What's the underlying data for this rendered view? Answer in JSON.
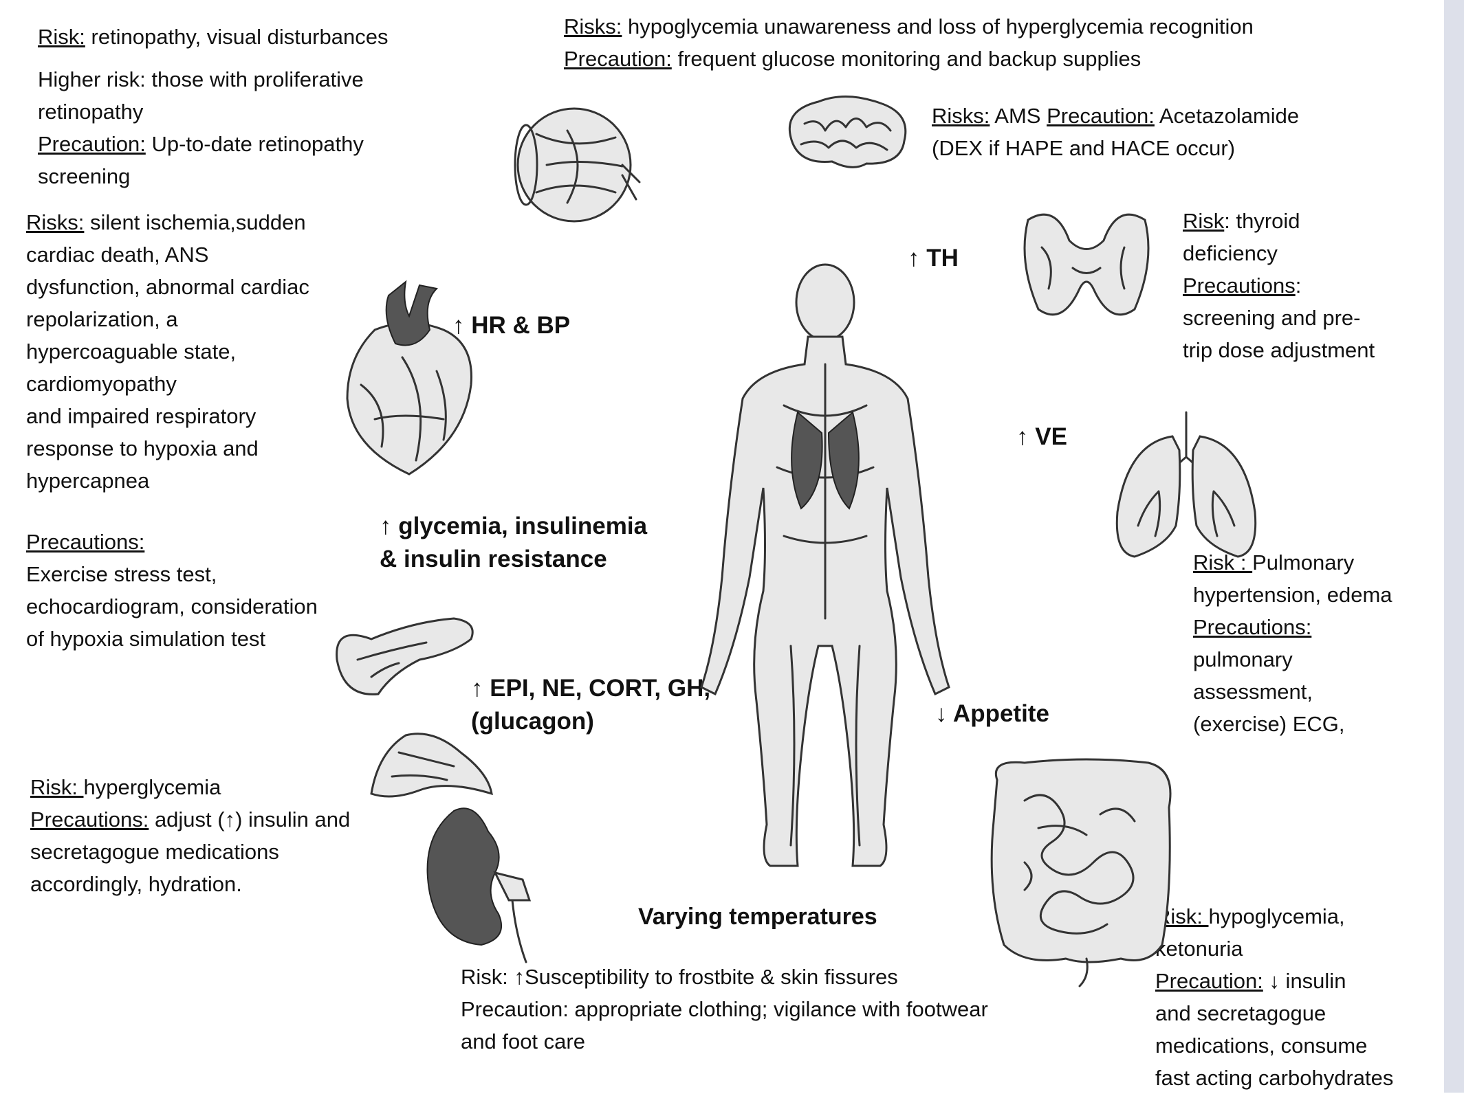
{
  "colors": {
    "ink": "#111111",
    "background": "#ffffff",
    "side_bar": "#dde0ea"
  },
  "eye": {
    "risk_label": "Risk:",
    "risk_text": " retinopathy, visual disturbances",
    "higher_risk_line1": "Higher risk: those with proliferative",
    "higher_risk_line2": "retinopathy",
    "precaution_label": "Precaution:",
    "precaution_text": " Up-to-date retinopathy",
    "precaution_line2": "screening"
  },
  "hypo": {
    "risks_label": "Risks:",
    "risks_text": " hypoglycemia unawareness and loss of hyperglycemia recognition",
    "precaution_label": "Precaution:",
    "precaution_text": " frequent glucose monitoring and backup supplies"
  },
  "brain": {
    "risks_label": "Risks:",
    "risks_text": " AMS ",
    "precaution_label": "Precaution:",
    "precaution_text": " Acetazolamide",
    "line2": "(DEX if HAPE and HACE occur)"
  },
  "heart": {
    "risks_label": "Risks:",
    "line1": " silent ischemia,sudden",
    "line2": "cardiac death, ANS",
    "line3": "dysfunction, abnormal cardiac",
    "line4": "repolarization, a",
    "line5": "hypercoaguable state,",
    "line6": "cardiomyopathy",
    "line7": "and impaired respiratory",
    "line8": "response to hypoxia and",
    "line9": "hypercapnea"
  },
  "cardio_precautions": {
    "label": "Precautions:",
    "line1": "Exercise stress test,",
    "line2": "echocardiogram,  consideration",
    "line3": "of hypoxia simulation test"
  },
  "thyroid": {
    "risk_label": "Risk",
    "risk_text": ": thyroid",
    "line2": "deficiency",
    "precautions_label": "Precautions",
    "precautions_colon": ":",
    "line4": "screening and pre-",
    "line5": "trip dose adjustment"
  },
  "lungs": {
    "risk_label": "Risk : ",
    "risk_text": "Pulmonary",
    "line2": "hypertension, edema",
    "precautions_label": "Precautions:",
    "line4": "pulmonary",
    "line5": "assessment,",
    "line6": "(exercise) ECG,"
  },
  "hyperglycemia": {
    "risk_label": "Risk: ",
    "risk_text": "hyperglycemia",
    "precautions_label": "Precautions:",
    "precautions_text": " adjust (↑) insulin and",
    "line3": "secretagogue medications",
    "line4": "accordingly, hydration."
  },
  "temperature": {
    "heading": "Varying temperatures",
    "line1": "Risk: ↑Susceptibility to frostbite & skin fissures",
    "line2": "Precaution: appropriate clothing; vigilance with footwear",
    "line3": "and foot care"
  },
  "gut": {
    "risk_label": "Risk: ",
    "risk_text": "hypoglycemia,",
    "line2": "ketonuria",
    "precaution_label": "Precaution:",
    "precaution_text": " ↓ insulin",
    "line4": "and secretagogue",
    "line5": "medications, consume",
    "line6": "fast acting carbohydrates"
  },
  "labels": {
    "th": "↑ TH",
    "hr_bp": "↑ HR & BP",
    "ve": "↑ VE",
    "glycemia_line1": "↑ glycemia, insulinemia",
    "glycemia_line2": "& insulin resistance",
    "hormones_line1": "↑ EPI, NE, CORT, GH,",
    "hormones_line2": "(glucagon)",
    "appetite": "↓ Appetite"
  },
  "icons": [
    "eye-icon",
    "brain-icon",
    "heart-icon",
    "thyroid-icon",
    "body-icon",
    "lungs-icon",
    "pancreas-icon",
    "adrenal-icon",
    "kidney-icon",
    "intestine-icon"
  ]
}
